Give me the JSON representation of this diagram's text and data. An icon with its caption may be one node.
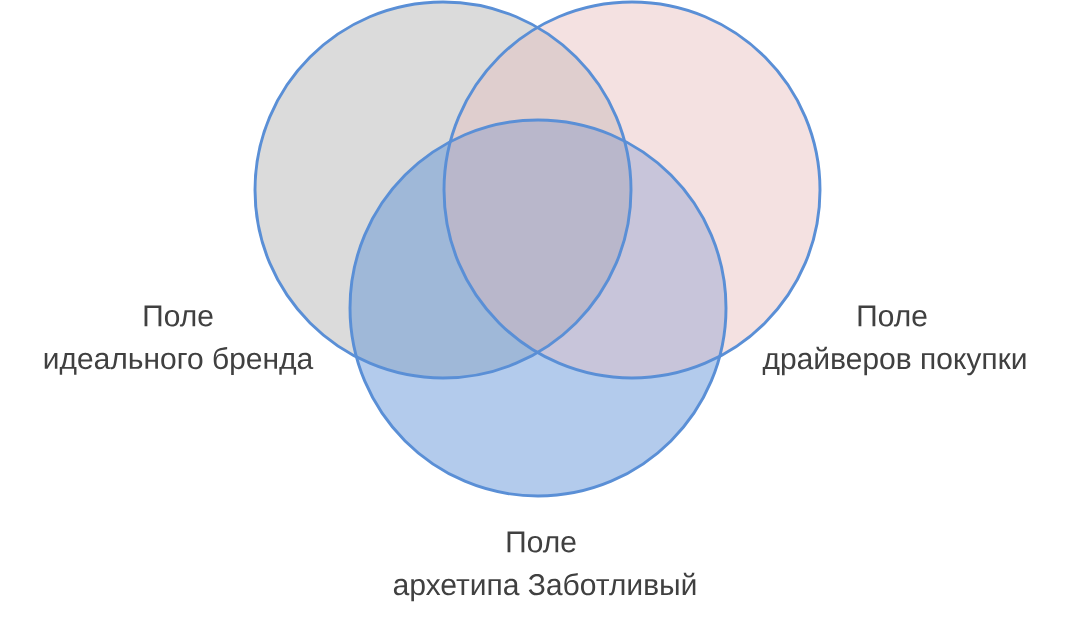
{
  "diagram": {
    "nodes": [
      {
        "text": [
          "Поле",
          "идеального бренда"
        ]
      },
      {
        "text": [
          "Поле",
          "драйверов покупки"
        ]
      },
      {
        "text": [
          "Поле",
          "архетипа Заботливый"
        ]
      }
    ]
  }
}
